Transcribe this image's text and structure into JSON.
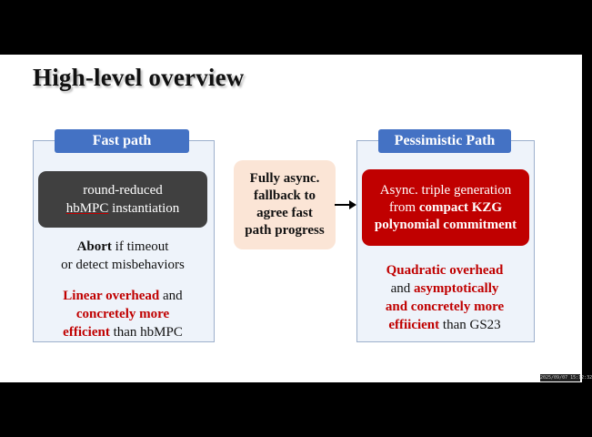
{
  "slide": {
    "title": "High-level overview",
    "fast_path": {
      "tab": "Fast path",
      "box_line1": "round-reduced",
      "box_line2_a": "hbMPC",
      "box_line2_b": " instantiation",
      "abort_bold": "Abort",
      "abort_rest": " if timeout",
      "abort_line2": "or detect misbehaviors",
      "linear_red": "Linear overhead",
      "linear_rest": " and",
      "linear_line2": "concretely more",
      "linear_line3_red": "efficient",
      "linear_line3_rest": " than hbMPC"
    },
    "middle": {
      "line1": "Fully async.",
      "line2": "fallback to",
      "line3": "agree fast",
      "line4": "path progress"
    },
    "pessimistic_path": {
      "tab": "Pessimistic Path",
      "box_line1": "Async. triple generation",
      "box_line2_a": "from ",
      "box_line2_b": "compact KZG",
      "box_line3": "polynomial commitment",
      "quad_red": "Quadratic overhead",
      "line2_a": "and ",
      "line2_red": "asymptotically",
      "line3_red": "and concretely more",
      "line4_red": "effiicient",
      "line4_rest": " than GS23"
    }
  },
  "timestamp": "2025/09/07 15:12:32"
}
